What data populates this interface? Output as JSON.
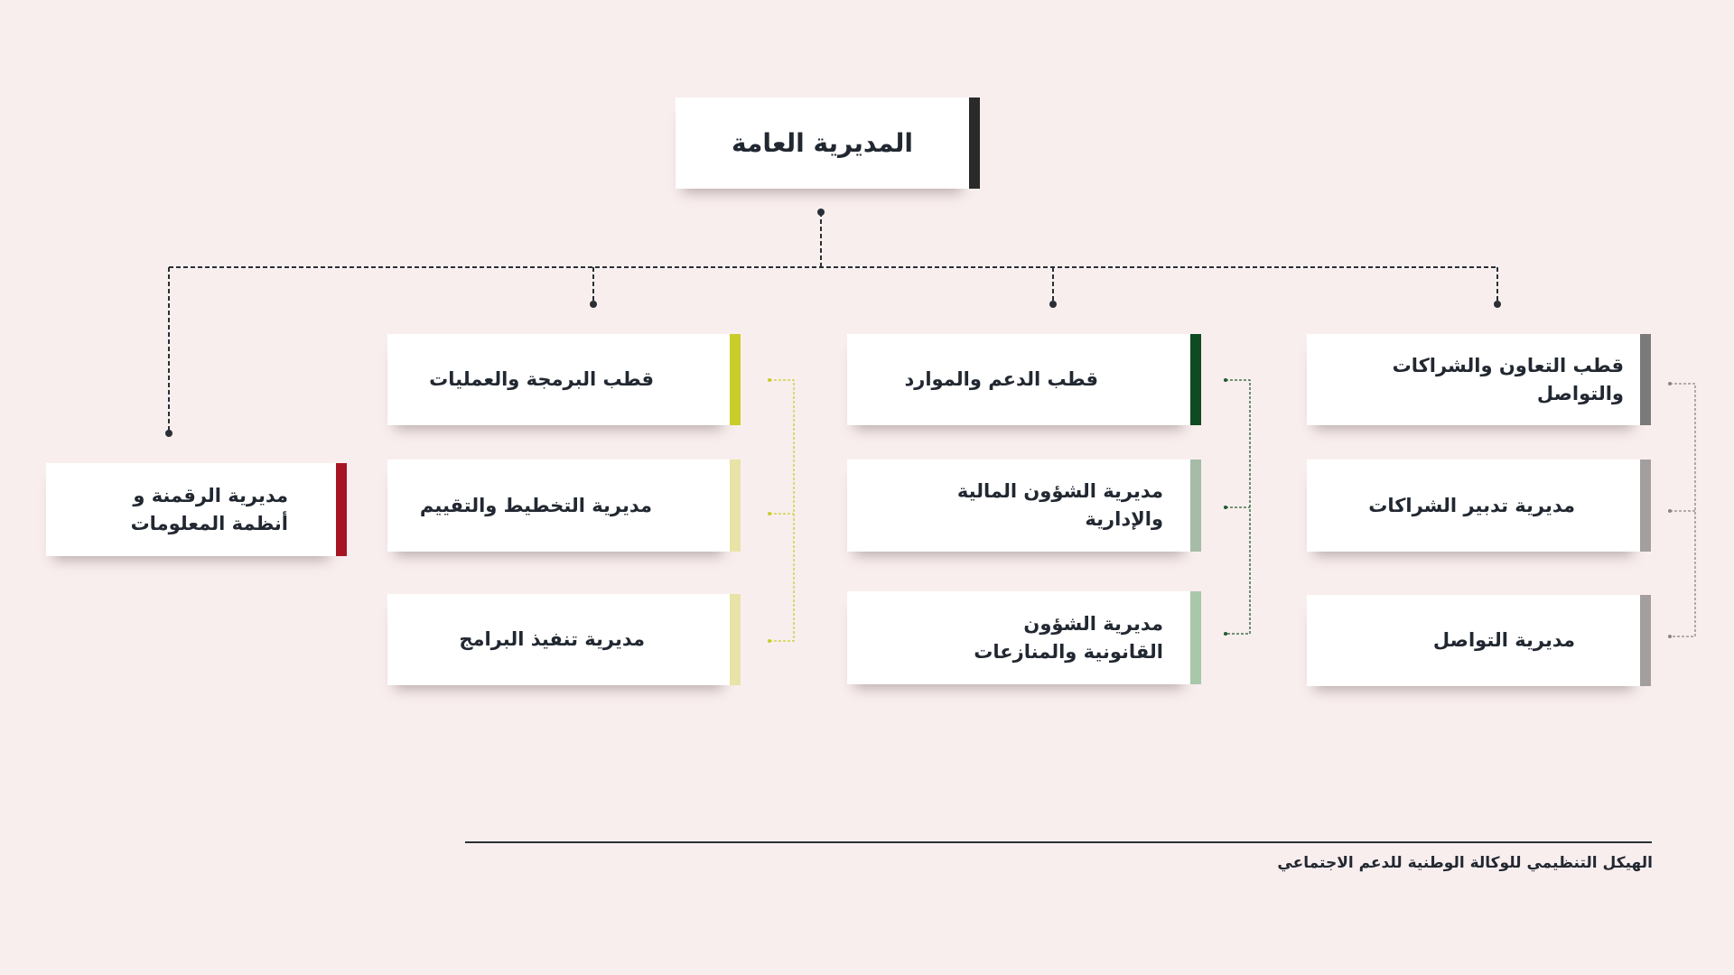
{
  "root": {
    "label": "المديرية العامة",
    "color": "#2a2a2a"
  },
  "columns": [
    {
      "name": "cooperation",
      "items": [
        {
          "label": "قطب التعاون والشراكات والتواصل",
          "color": "#7b7979"
        },
        {
          "label": "مديرية تدبير الشراكات",
          "color": "#a39f9e"
        },
        {
          "label": "مديرية التواصل",
          "color": "#a39f9e"
        }
      ]
    },
    {
      "name": "support",
      "items": [
        {
          "label": "قطب الدعم والموارد",
          "color": "#0f4a22"
        },
        {
          "label": "مديرية الشؤون المالية والإدارية",
          "color": "#a6bca6"
        },
        {
          "label": "مديرية الشؤون القانونية والمنازعات",
          "color": "#a9c8a9"
        }
      ]
    },
    {
      "name": "programming",
      "items": [
        {
          "label": "قطب البرمجة والعمليات",
          "color": "#c8cd2a"
        },
        {
          "label": "مديرية التخطيط والتقييم",
          "color": "#e8e3a6"
        },
        {
          "label": "مديرية تنفيذ البرامج",
          "color": "#e8e3a6"
        }
      ]
    }
  ],
  "digital": {
    "label": "مديرية الرقمنة و أنظمة المعلومات",
    "color": "#a51523"
  },
  "caption": "الهيكل التنظيمي للوكالة الوطنية للدعم الاجتماعي"
}
